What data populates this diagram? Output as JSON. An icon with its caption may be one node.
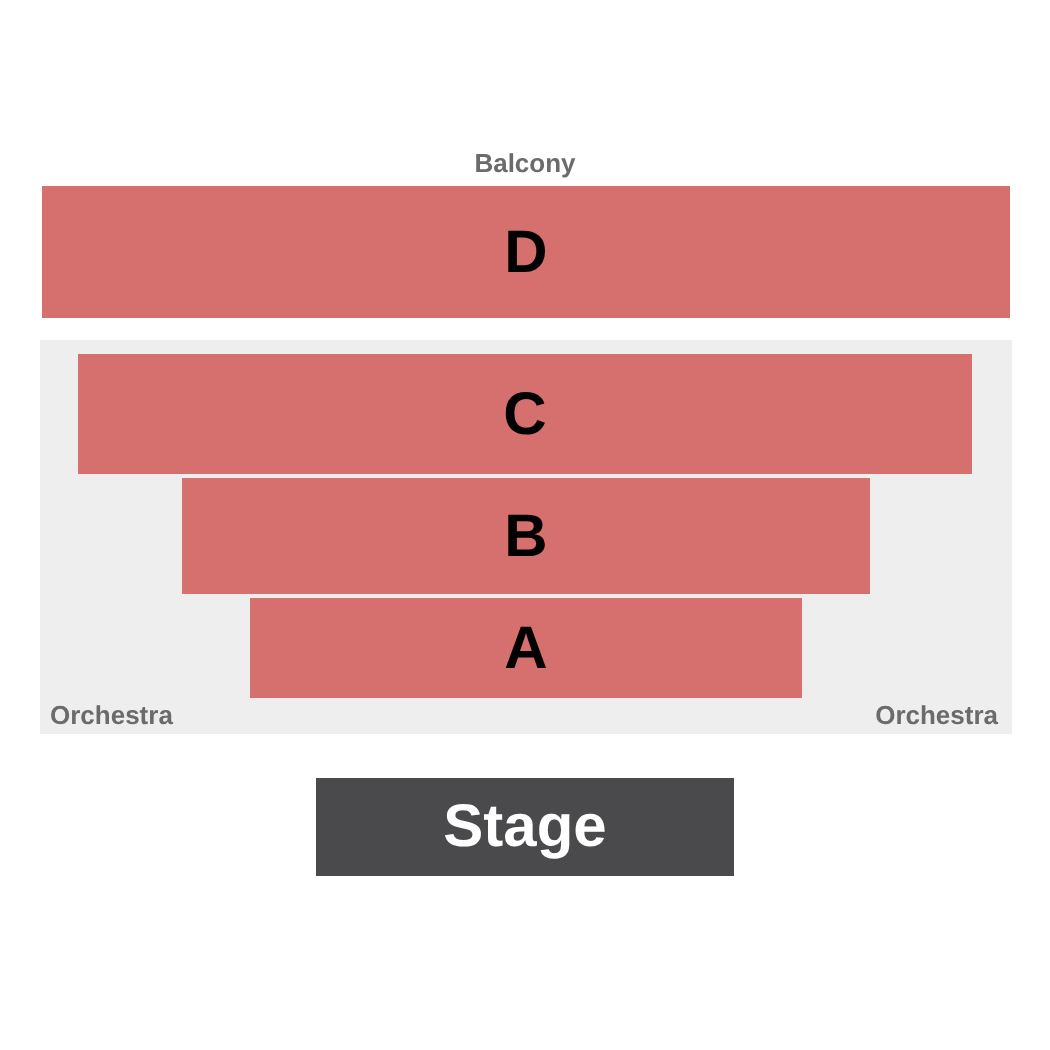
{
  "diagram": {
    "nodes": [
      {
        "text": [
          "D"
        ]
      },
      {
        "text": [
          "Orchestra",
          "Orchestra"
        ]
      },
      {
        "text": [
          "C"
        ],
        "in": 1
      },
      {
        "text": [
          "B"
        ],
        "in": 1
      },
      {
        "text": [
          "A"
        ],
        "in": 1
      },
      {
        "text": [
          "Stage"
        ]
      }
    ],
    "labels": [
      "Balcony"
    ]
  }
}
